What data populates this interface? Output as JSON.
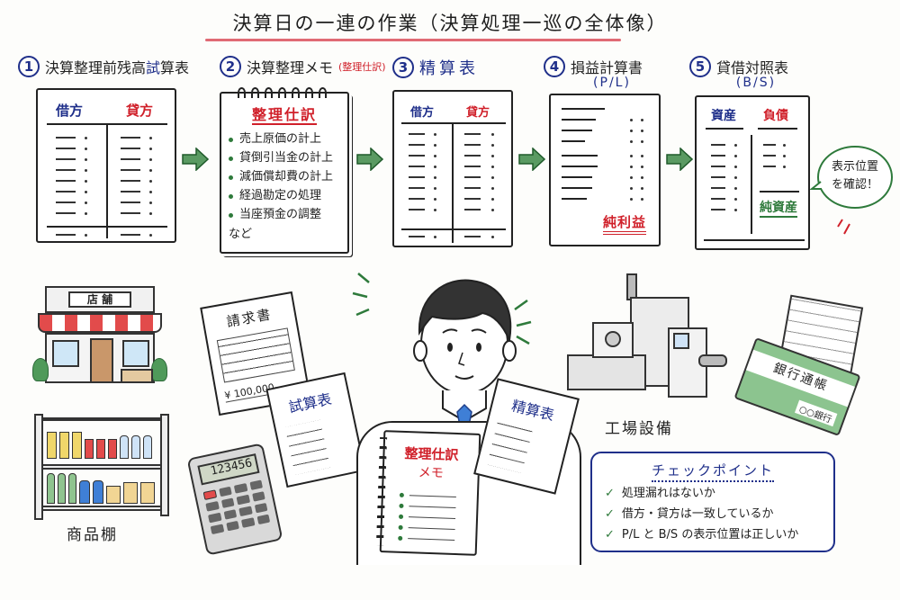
{
  "header": {
    "title": "決算日の一連の作業（決算処理一巡の全体像）"
  },
  "steps": [
    {
      "number": "1",
      "label_prefix": "決算整理前残高",
      "label_highlight": "試",
      "label_suffix": "算表",
      "columns": {
        "left": "借方",
        "right": "貸方"
      }
    },
    {
      "number": "2",
      "label": "決算整理メモ",
      "label_note": "(整理仕訳)",
      "memo_title": "整理仕訳",
      "memo_items": [
        "売上原価の計上",
        "貸倒引当金の計上",
        "減価償却費の計上",
        "経過勘定の処理",
        "当座預金の調整"
      ],
      "memo_footer": "など"
    },
    {
      "number": "3",
      "label": "精算表",
      "columns": {
        "left": "借方",
        "right": "貸方"
      }
    },
    {
      "number": "4",
      "label": "損益計算書",
      "sublabel": "(P/L)",
      "result_label": "純利益"
    },
    {
      "number": "5",
      "label": "貸借対照表",
      "sublabel": "(B/S)",
      "columns": {
        "left": "資産",
        "right": "負債"
      },
      "equity_label": "純資産"
    }
  ],
  "speech_bubble": {
    "line1": "表示位置",
    "line2": "を確認！"
  },
  "illustrations": {
    "store": {
      "sign": "店 舗"
    },
    "shelf": {
      "label": "商品棚"
    },
    "invoice": {
      "title": "請求書",
      "amount": "¥ 100,000-"
    },
    "calculator": {
      "display": "123456"
    },
    "trial_balance_paper": {
      "title": "試算表"
    },
    "memo_notebook": {
      "title_line1": "整理仕訳",
      "title_line2": "メモ"
    },
    "worksheet_paper": {
      "title": "精算表"
    },
    "factory": {
      "label": "工場設備"
    },
    "bankbook": {
      "title": "銀行通帳",
      "bank": "○○銀行"
    }
  },
  "checkpoints": {
    "title": "チェックポイント",
    "items": [
      "処理漏れはないか",
      "借方・貸方は一致しているか",
      "P/L と B/S の表示位置は正しいか"
    ]
  },
  "colors": {
    "blue": "#1f2f8a",
    "red": "#d0202a",
    "green": "#2e7a3b",
    "title_underline": "#e06a74",
    "arrow_fill": "#5a9a62"
  }
}
